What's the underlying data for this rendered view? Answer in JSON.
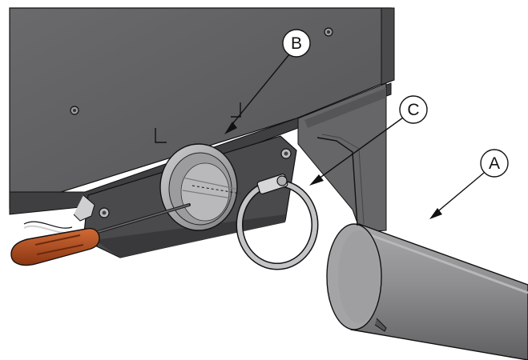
{
  "callouts": [
    {
      "id": "B",
      "label": "B"
    },
    {
      "id": "C",
      "label": "C"
    },
    {
      "id": "A",
      "label": "A"
    }
  ],
  "colors": {
    "housing": "#5e5e60",
    "housing_dark": "#3e3e40",
    "housing_light": "#8a8a8c",
    "pipe": "#8f8f91",
    "pipe_dark": "#6a6a6c",
    "handle": "#b5521f",
    "handle_dark": "#7a2f10",
    "outline": "#111111"
  },
  "icons": [
    "screwdriver-icon",
    "hose-clamp-icon",
    "flue-pipe-icon",
    "flue-collar-icon",
    "bolt-icon"
  ]
}
